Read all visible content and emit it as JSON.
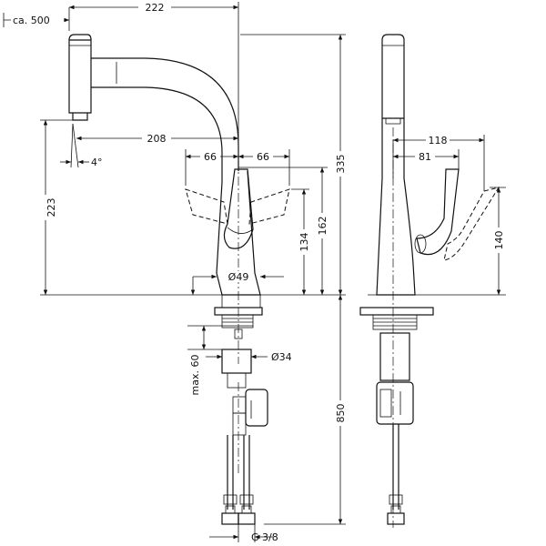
{
  "front_view": {
    "dims": {
      "width_222": "222",
      "pullout": "ca. 500",
      "spout_reach": "208",
      "swivel_left": "66",
      "swivel_right": "66",
      "spray_angle": "4°",
      "height_223": "223",
      "height_335": "335",
      "height_162": "162",
      "height_134": "134",
      "base_dia": "Ø49",
      "max_60": "max. 60",
      "shank_dia": "Ø34",
      "depth_850": "850",
      "connection": "G 3/8"
    }
  },
  "side_view": {
    "dims": {
      "handle_118": "118",
      "handle_81": "81",
      "height_140": "140"
    }
  }
}
